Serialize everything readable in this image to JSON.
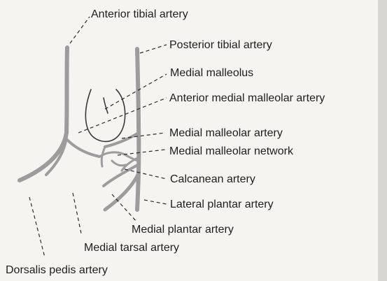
{
  "labels": {
    "anterior_tibial": "Anterior tibial artery",
    "posterior_tibial": "Posterior tibial artery",
    "medial_malleolus": "Medial malleolus",
    "anterior_medial_malleolar": "Anterior medial malleolar artery",
    "medial_malleolar_artery": "Medial malleolar artery",
    "medial_malleolar_network": "Medial malleolar network",
    "calcanean": "Calcanean artery",
    "lateral_plantar": "Lateral plantar artery",
    "medial_plantar": "Medial plantar artery",
    "medial_tarsal": "Medial tarsal artery",
    "dorsalis_pedis": "Dorsalis pedis artery"
  }
}
